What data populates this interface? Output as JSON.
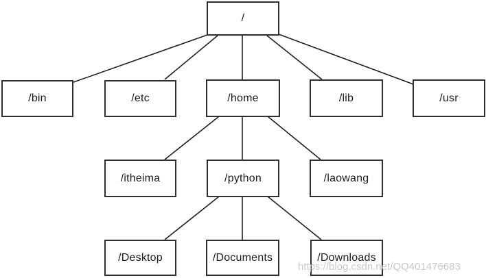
{
  "diagram": {
    "type": "tree",
    "description": "Linux filesystem directory tree",
    "nodes": [
      {
        "id": "root",
        "label": "/",
        "level": 1
      },
      {
        "id": "bin",
        "label": "/bin",
        "level": 2
      },
      {
        "id": "etc",
        "label": "/etc",
        "level": 2
      },
      {
        "id": "home",
        "label": "/home",
        "level": 2
      },
      {
        "id": "lib",
        "label": "/lib",
        "level": 2
      },
      {
        "id": "usr",
        "label": "/usr",
        "level": 2
      },
      {
        "id": "itheima",
        "label": "/itheima",
        "level": 3
      },
      {
        "id": "python",
        "label": "/python",
        "level": 3
      },
      {
        "id": "laowang",
        "label": "/laowang",
        "level": 3
      },
      {
        "id": "desktop",
        "label": "/Desktop",
        "level": 4
      },
      {
        "id": "documents",
        "label": "/Documents",
        "level": 4
      },
      {
        "id": "downloads",
        "label": "/Downloads",
        "level": 4
      }
    ],
    "edges": [
      {
        "from": "root",
        "to": "bin"
      },
      {
        "from": "root",
        "to": "etc"
      },
      {
        "from": "root",
        "to": "home"
      },
      {
        "from": "root",
        "to": "lib"
      },
      {
        "from": "root",
        "to": "usr"
      },
      {
        "from": "home",
        "to": "itheima"
      },
      {
        "from": "home",
        "to": "python"
      },
      {
        "from": "home",
        "to": "laowang"
      },
      {
        "from": "python",
        "to": "desktop"
      },
      {
        "from": "python",
        "to": "documents"
      },
      {
        "from": "python",
        "to": "downloads"
      }
    ]
  },
  "watermark": "https://blog.csdn.net/QQ401476683",
  "colors": {
    "background": "#ffffff",
    "box_border": "#2e2e2e",
    "line": "#1f1f1f",
    "text": "#1c1c1c",
    "watermark": "#c3c3c3"
  }
}
